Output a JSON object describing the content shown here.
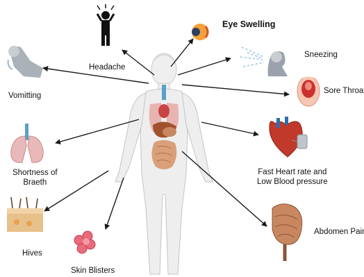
{
  "symptoms": {
    "headache": "Headache",
    "eye_swelling": "Eye Swelling",
    "sneezing": "Sneezing",
    "vomitting": "Vomitting",
    "sore_throat": "Sore Throat",
    "shortness_line1": "Shortness of",
    "shortness_line2": "Braeth",
    "fast_heart_line1": "Fast Heart rate and",
    "fast_heart_line2": "Low Blood pressure",
    "hives": "Hives",
    "abdomen_pain": "Abdomen Pain",
    "skin_blisters": "Skin Blisters"
  },
  "icons": [
    "headache-person-icon",
    "eye-icon",
    "sneezing-person-icon",
    "vomiting-person-icon",
    "throat-icon",
    "lungs-icon",
    "heart-icon",
    "skin-layers-icon",
    "intestine-icon",
    "blisters-icon"
  ],
  "colors": {
    "body": "#eeeeee",
    "body_outline": "#c4c4c4",
    "arrow": "#1a1a1a",
    "organ": "#c9875f",
    "lung": "#e9b8b8"
  }
}
